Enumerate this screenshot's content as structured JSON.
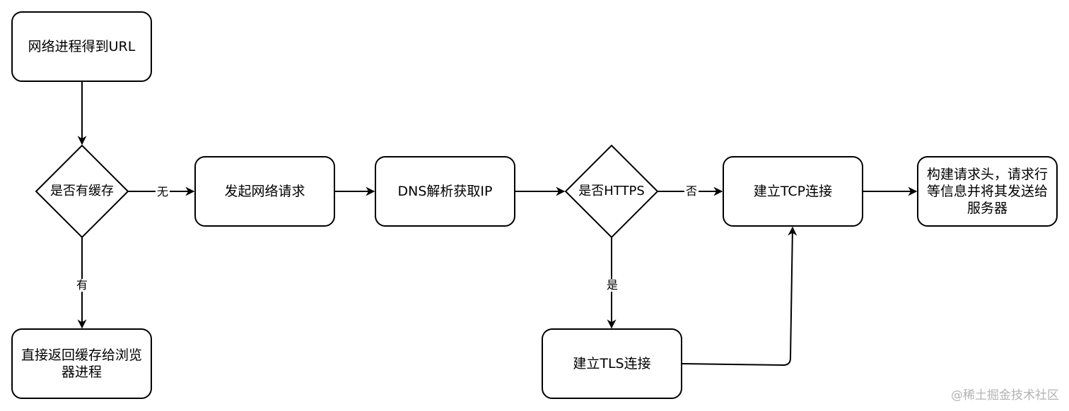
{
  "nodes": {
    "get_url": "网络进程得到URL",
    "has_cache": "是否有缓存",
    "return_cache": "直接返回缓存给浏览器进程",
    "send_request": "发起网络请求",
    "dns": "DNS解析获取IP",
    "is_https": "是否HTTPS",
    "tcp": "建立TCP连接",
    "tls": "建立TLS连接",
    "build_header": "构建请求头，请求行等信息并将其发送给服务器"
  },
  "edges": {
    "no_cache": "无",
    "yes_cache": "有",
    "not_https": "否",
    "yes_https": "是"
  },
  "watermark": "@稀土掘金技术社区",
  "colors": {
    "stroke": "#000000",
    "fill": "#ffffff",
    "watermark": "#b3b3b3"
  }
}
